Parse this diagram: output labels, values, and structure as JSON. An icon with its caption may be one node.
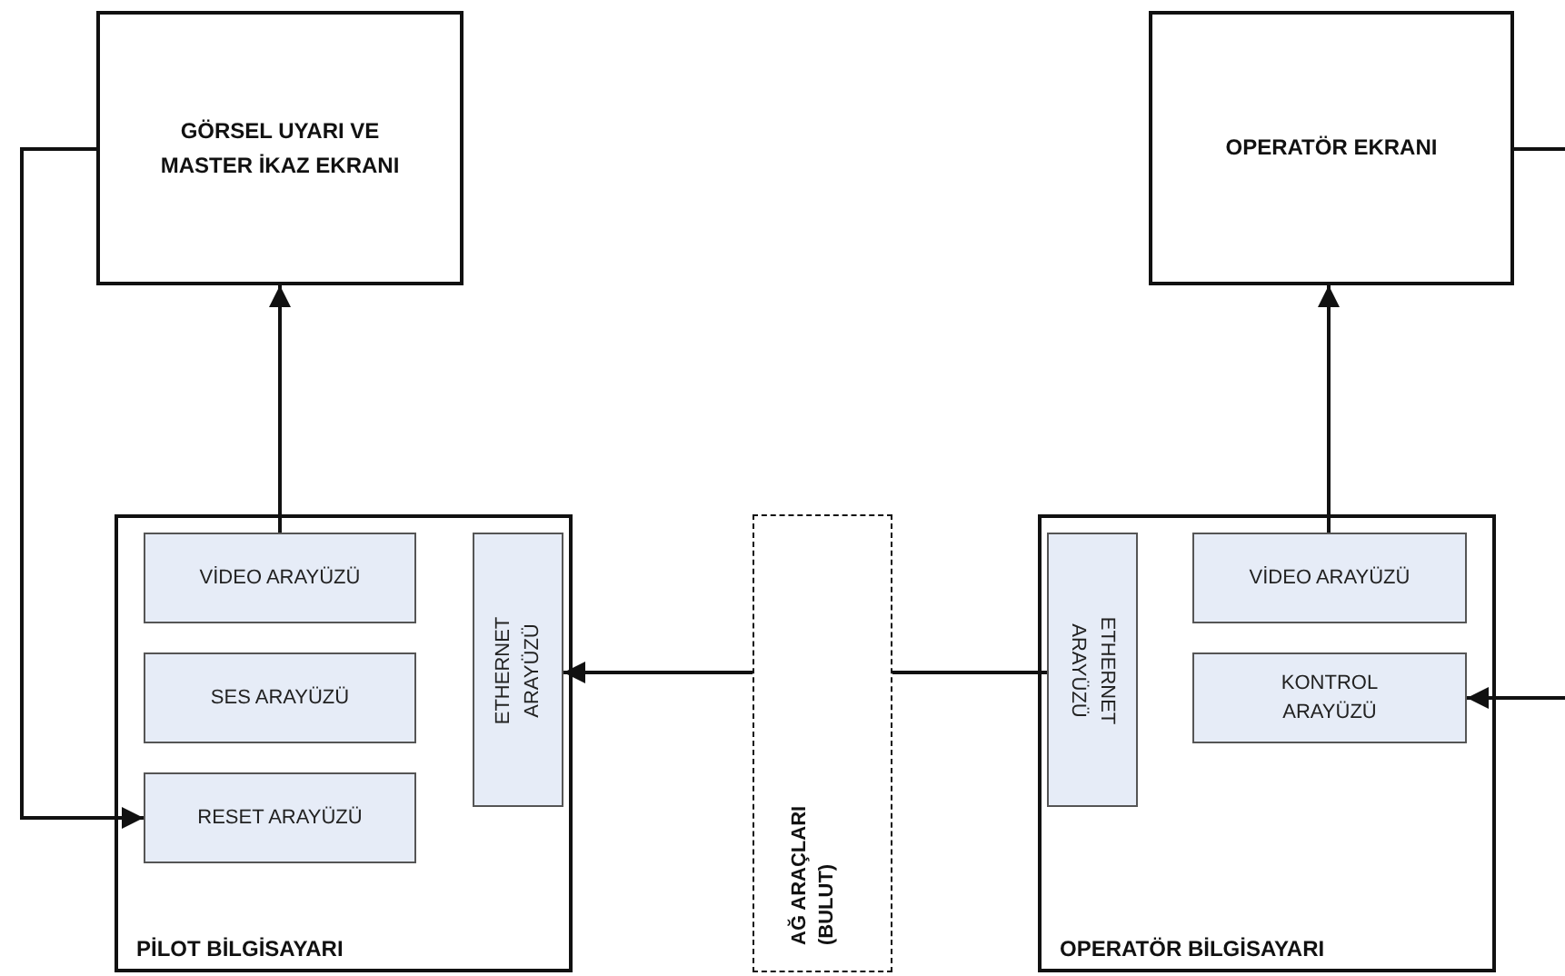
{
  "diagram": {
    "nodes": [
      {
        "text": [
          "GÖRSEL UYARI VE MASTER İKAZ EKRANI"
        ]
      },
      {
        "text": [
          "OPERATÖR EKRANI"
        ]
      },
      {
        "text": [
          "PİLOT BİLGİSAYARI"
        ]
      },
      {
        "text": [
          "VİDEO ARAYÜZÜ"
        ],
        "in": 2
      },
      {
        "text": [
          "SES ARAYÜZÜ"
        ],
        "in": 2
      },
      {
        "text": [
          "RESET ARAYÜZÜ"
        ],
        "in": 2
      },
      {
        "text": [
          "ETHERNET ARAYÜZÜ"
        ],
        "in": 2
      },
      {
        "text": [
          "AĞ ARAÇLARI (BULUT)"
        ]
      },
      {
        "text": [
          "OPERATÖR BİLGİSAYARI"
        ]
      },
      {
        "text": [
          "ETHERNET ARAYÜZÜ"
        ],
        "in": 8
      },
      {
        "text": [
          "VİDEO ARAYÜZÜ"
        ],
        "in": 8
      },
      {
        "text": [
          "KONTROL ARAYÜZÜ"
        ],
        "in": 8
      }
    ],
    "edges": [
      {
        "from": 3,
        "to": 0,
        "arrow": "to"
      },
      {
        "from": 0,
        "to": 5,
        "arrow": "to"
      },
      {
        "from": 9,
        "to": 7,
        "arrow": "none"
      },
      {
        "from": 7,
        "to": 6,
        "arrow": "to"
      },
      {
        "from": 10,
        "to": 1,
        "arrow": "to"
      },
      {
        "from": 1,
        "to": null,
        "arrow": "none"
      },
      {
        "from": null,
        "to": 11,
        "arrow": "to"
      }
    ]
  }
}
